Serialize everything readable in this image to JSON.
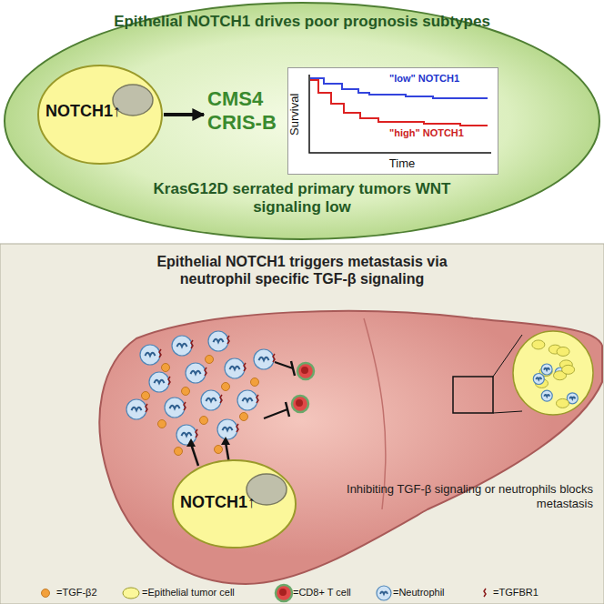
{
  "diagram": {
    "nodes": [
      {
        "text": [
          "Epithelial NOTCH1 drives poor prognosis subtypes",
          "KrasG12D serrated primary tumors WNT signaling low"
        ]
      },
      {
        "text": [
          "NOTCH1↑"
        ],
        "in": 0
      },
      {
        "text": [
          "CMS4 CRIS-B"
        ],
        "in": 0
      },
      {
        "text": [
          "\"low\" NOTCH1",
          "\"high\" NOTCH1",
          "Survival",
          "Time"
        ],
        "in": 0
      },
      {
        "text": [
          "Epithelial NOTCH1 triggers metastasis via neutrophil specific TGF-β signaling"
        ]
      },
      {
        "text": [
          "NOTCH1↑"
        ],
        "in": 4
      }
    ],
    "edges": [
      {
        "from": 1,
        "to": 2,
        "arrow": "to"
      }
    ],
    "labels": [
      "Inhibiting TGF-β signaling or neutrophils blocks metastasis"
    ],
    "legend": [
      {
        "text": "=TGF-β2"
      },
      {
        "text": "=Epithelial tumor cell"
      },
      {
        "text": "=CD8+ T cell"
      },
      {
        "text": "=Neutrophil"
      },
      {
        "text": "=TGFBR1"
      }
    ]
  }
}
